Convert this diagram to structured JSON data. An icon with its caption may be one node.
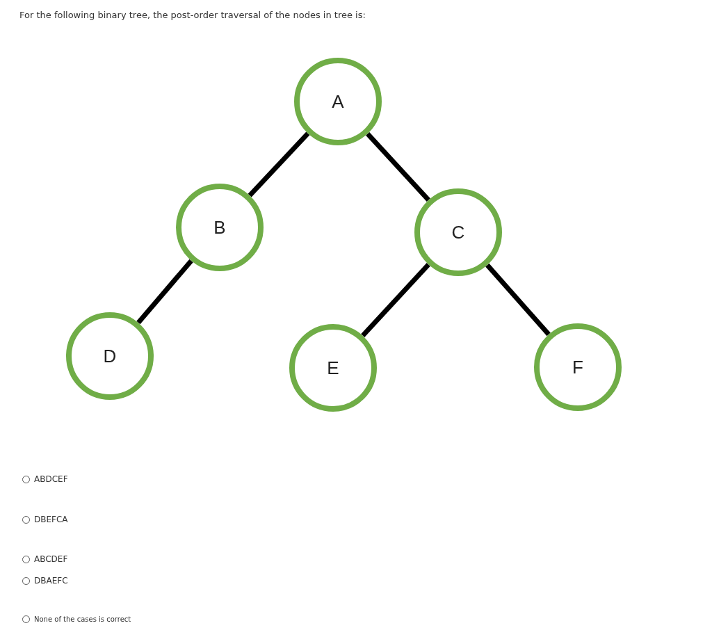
{
  "diagram": {
    "title": "For the following binary tree, the post-order traversal of the nodes in tree is:",
    "nodes": [
      {
        "text": [
          "A"
        ]
      },
      {
        "text": [
          "B"
        ]
      },
      {
        "text": [
          "C"
        ]
      },
      {
        "text": [
          "D"
        ]
      },
      {
        "text": [
          "E"
        ]
      },
      {
        "text": [
          "F"
        ]
      }
    ],
    "edges": [
      {
        "from": 0,
        "to": 1,
        "arrow": "none"
      },
      {
        "from": 0,
        "to": 2,
        "arrow": "none"
      },
      {
        "from": 1,
        "to": 3,
        "arrow": "none"
      },
      {
        "from": 2,
        "to": 4,
        "arrow": "none"
      },
      {
        "from": 2,
        "to": 5,
        "arrow": "none"
      }
    ],
    "labels": [
      "ABDCEF",
      "DBEFCA",
      "ABCDEF",
      "DBAEFC",
      "None of the cases is correct"
    ]
  }
}
